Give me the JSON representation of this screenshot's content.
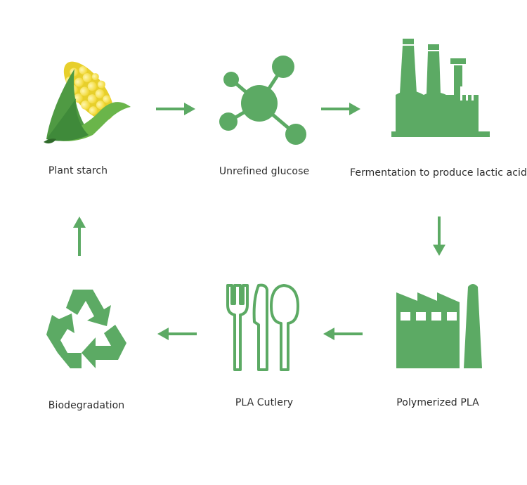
{
  "diagram": {
    "accent_color": "#5caa64",
    "steps": [
      {
        "icon": "corn-icon",
        "label": "Plant starch"
      },
      {
        "icon": "molecule-icon",
        "label": "Unrefined glucose"
      },
      {
        "icon": "refinery-icon",
        "label": "Fermentation to produce lactic acid"
      },
      {
        "icon": "factory-icon",
        "label": "Polymerized PLA"
      },
      {
        "icon": "cutlery-icon",
        "label": "PLA Cutlery"
      },
      {
        "icon": "recycle-icon",
        "label": "Biodegradation"
      }
    ]
  }
}
